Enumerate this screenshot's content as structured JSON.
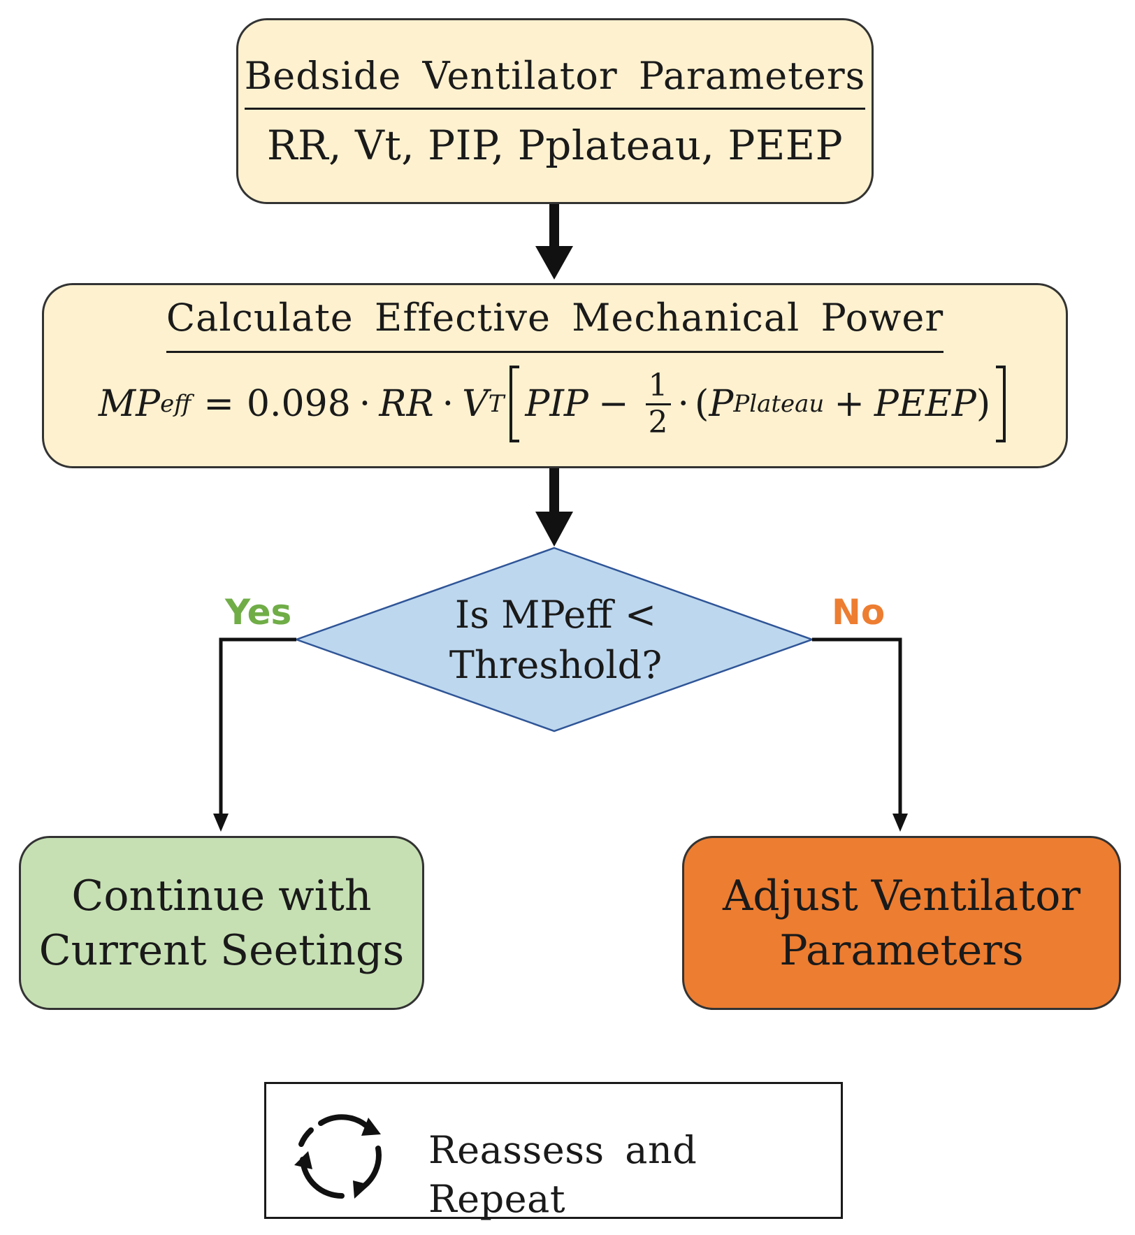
{
  "inputs_box": {
    "title": "Bedside Ventilator Parameters",
    "subtitle": "RR, Vt, PIP, Pplateau, PEEP"
  },
  "calc_box": {
    "title": "Calculate Effective Mechanical Power",
    "formula": {
      "lhs": "MP",
      "lhs_sub": "eff",
      "equals": "=",
      "constant": "0.098",
      "dot": "·",
      "rr": "RR",
      "vt": "V",
      "vt_sub": "T",
      "pip": "PIP",
      "minus": "−",
      "frac_num": "1",
      "frac_den": "2",
      "open_paren": "(",
      "pplat": "P",
      "pplat_sub": "Plateau",
      "plus": "+",
      "peep": "PEEP",
      "close_paren": ")"
    }
  },
  "decision": {
    "question_line1": "Is MPeff <",
    "question_line2": "Threshold?",
    "fill": "#bdd7ee"
  },
  "branches": {
    "yes_label": "Yes",
    "yes_color": "#70ad47",
    "no_label": "No",
    "no_color": "#ed7d31"
  },
  "outcomes": {
    "continue_line1": "Continue with",
    "continue_line2": "Current Seetings",
    "adjust_line1": "Adjust Ventilator",
    "adjust_line2": "Parameters"
  },
  "legend": {
    "label": "Reassess and Repeat",
    "icon": "cycle-arrows-icon"
  },
  "colors": {
    "cream": "#fdf1cf",
    "green": "#c6e0b3",
    "orange": "#ed7d31",
    "line": "#111111"
  }
}
